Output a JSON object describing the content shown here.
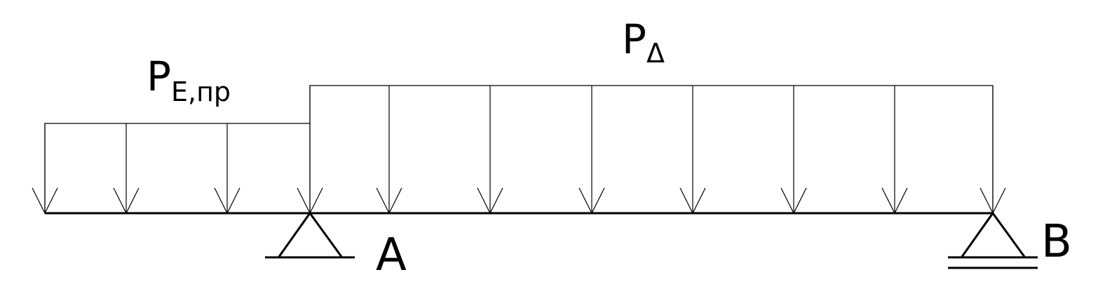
{
  "loads": {
    "left": {
      "label_main": "P",
      "label_sub": "E,пр"
    },
    "right": {
      "label_main": "P",
      "label_sub": "Δ"
    }
  },
  "supports": {
    "a": {
      "label": "A",
      "type": "pinned-support"
    },
    "b": {
      "label": "B",
      "type": "roller-support"
    }
  },
  "colors": {
    "line": "#000000",
    "background": "#ffffff"
  }
}
